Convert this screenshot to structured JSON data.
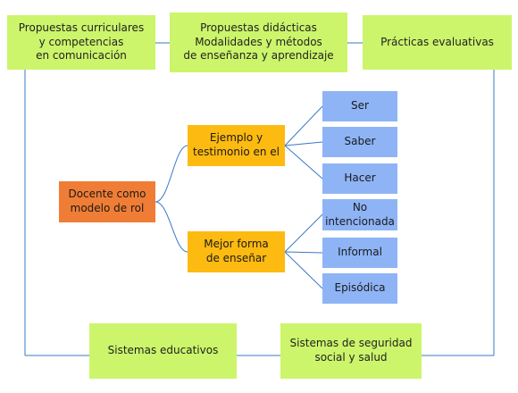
{
  "nodes": {
    "propuestas_curriculares": "Propuestas curriculares\ny competencias\nen comunicación",
    "propuestas_didacticas": "Propuestas didácticas\nModalidades y métodos\nde enseñanza y aprendizaje",
    "practicas_evaluativas": "Prácticas evaluativas",
    "docente": "Docente como\nmodelo de rol",
    "ejemplo": "Ejemplo y\ntestimonio en el",
    "mejor_forma": "Mejor forma\nde enseñar",
    "ser": "Ser",
    "saber": "Saber",
    "hacer": "Hacer",
    "no_intencionada": "No\nintencionada",
    "informal": "Informal",
    "episodica": "Episódica",
    "sistemas_educativos": "Sistemas educativos",
    "sistemas_seguridad": "Sistemas de seguridad\nsocial y salud"
  },
  "colors": {
    "top_bottom_boxes": "#ccf56b",
    "root_box": "#f07d35",
    "middle_boxes": "#fdba10",
    "leaf_boxes": "#8eb4f6",
    "connectors": "#3a78c8"
  }
}
